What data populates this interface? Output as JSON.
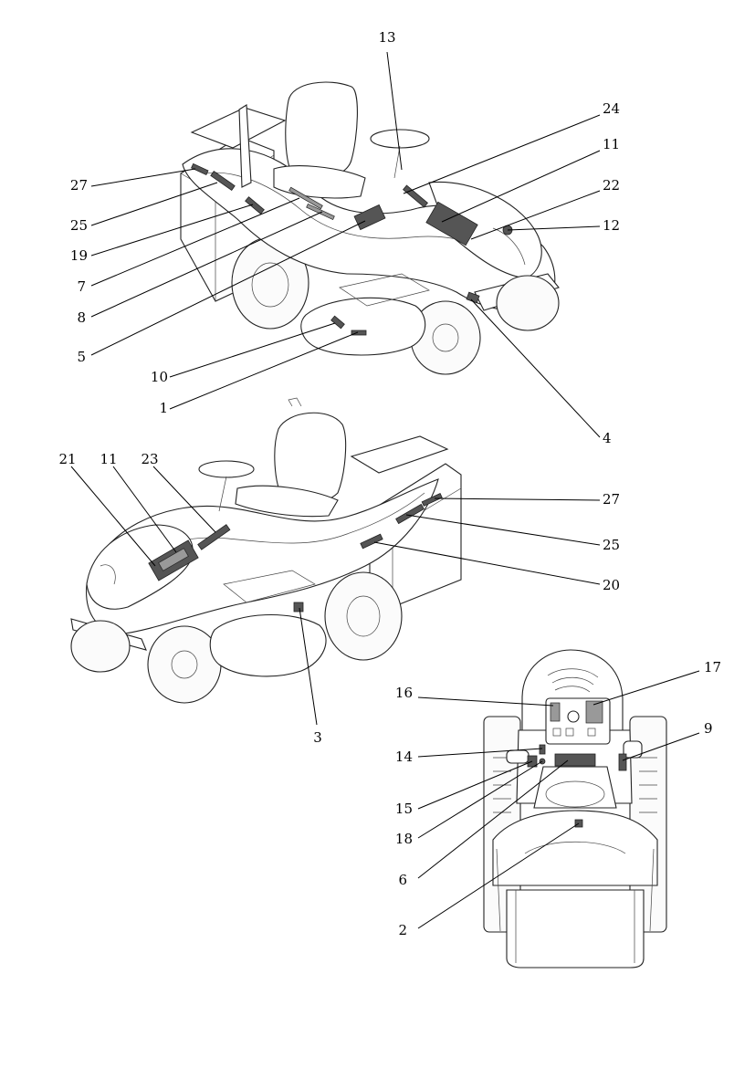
{
  "figure": {
    "callouts": [
      {
        "id": "c13a",
        "text": "13"
      },
      {
        "id": "c24a",
        "text": "24"
      },
      {
        "id": "c11a",
        "text": "11"
      },
      {
        "id": "c22a",
        "text": "22"
      },
      {
        "id": "c12a",
        "text": "12"
      },
      {
        "id": "c27a",
        "text": "27"
      },
      {
        "id": "c25a",
        "text": "25"
      },
      {
        "id": "c19a",
        "text": "19"
      },
      {
        "id": "c7a",
        "text": "7"
      },
      {
        "id": "c8a",
        "text": "8"
      },
      {
        "id": "c5a",
        "text": "5"
      },
      {
        "id": "c10a",
        "text": "10"
      },
      {
        "id": "c1a",
        "text": "1"
      },
      {
        "id": "c4a",
        "text": "4"
      },
      {
        "id": "c21b",
        "text": "21"
      },
      {
        "id": "c11b",
        "text": "11"
      },
      {
        "id": "c23b",
        "text": "23"
      },
      {
        "id": "c27b",
        "text": "27"
      },
      {
        "id": "c25b",
        "text": "25"
      },
      {
        "id": "c20b",
        "text": "20"
      },
      {
        "id": "c3b",
        "text": "3"
      },
      {
        "id": "c16c",
        "text": "16"
      },
      {
        "id": "c17c",
        "text": "17"
      },
      {
        "id": "c9c",
        "text": "9"
      },
      {
        "id": "c14c",
        "text": "14"
      },
      {
        "id": "c15c",
        "text": "15"
      },
      {
        "id": "c18c",
        "text": "18"
      },
      {
        "id": "c6c",
        "text": "6"
      },
      {
        "id": "c2c",
        "text": "2"
      }
    ]
  }
}
